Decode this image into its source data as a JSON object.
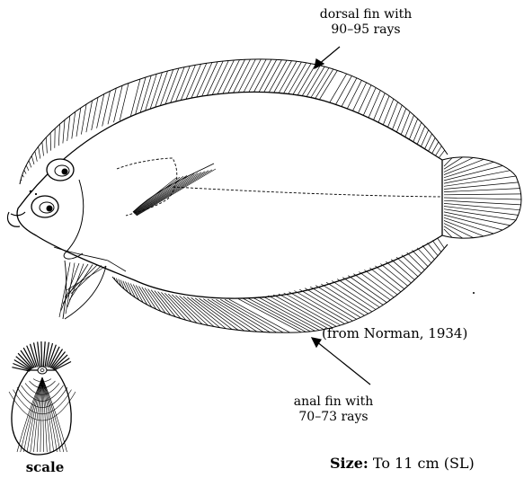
{
  "labels": {
    "dorsal_line1": "dorsal fin with",
    "dorsal_line2": "90–95 rays",
    "anal_line1": "anal fin with",
    "anal_line2": "70–73 rays",
    "credit": "(from Norman, 1934)",
    "scale_caption": "scale",
    "size_label": "Size:",
    "size_value": " To 11 cm (SL)"
  }
}
